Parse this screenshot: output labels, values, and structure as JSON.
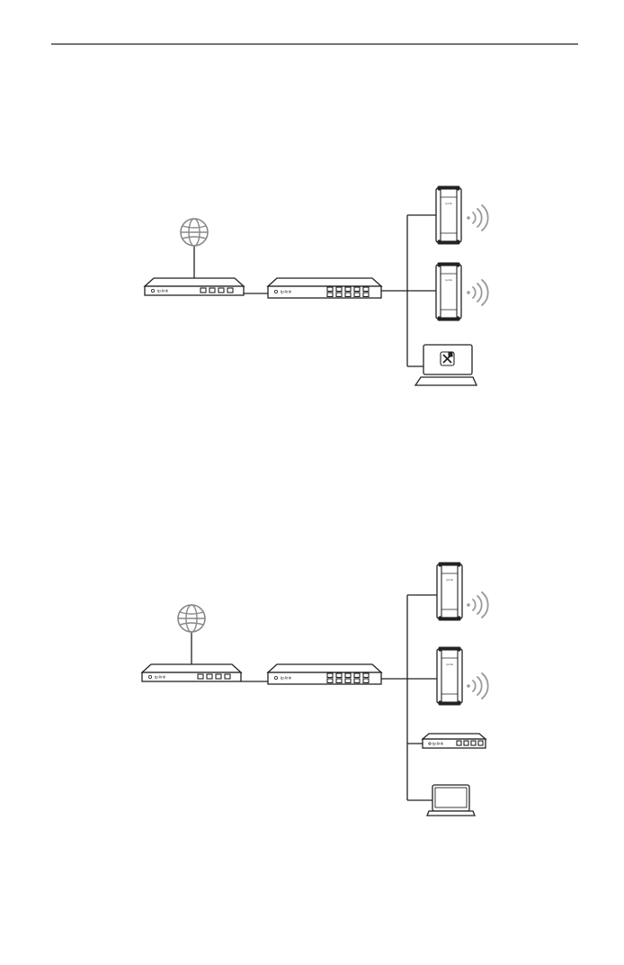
{
  "header": {
    "rule": "top-horizontal-rule"
  },
  "brand_label": "tp-link",
  "diagrams": [
    {
      "id": "topology-1",
      "nodes": [
        "internet-globe",
        "router",
        "switch",
        "access-point-1",
        "access-point-2",
        "management-controller"
      ]
    },
    {
      "id": "topology-2",
      "nodes": [
        "internet-globe",
        "router",
        "switch",
        "access-point-1",
        "access-point-2",
        "hardware-controller",
        "laptop"
      ]
    }
  ]
}
